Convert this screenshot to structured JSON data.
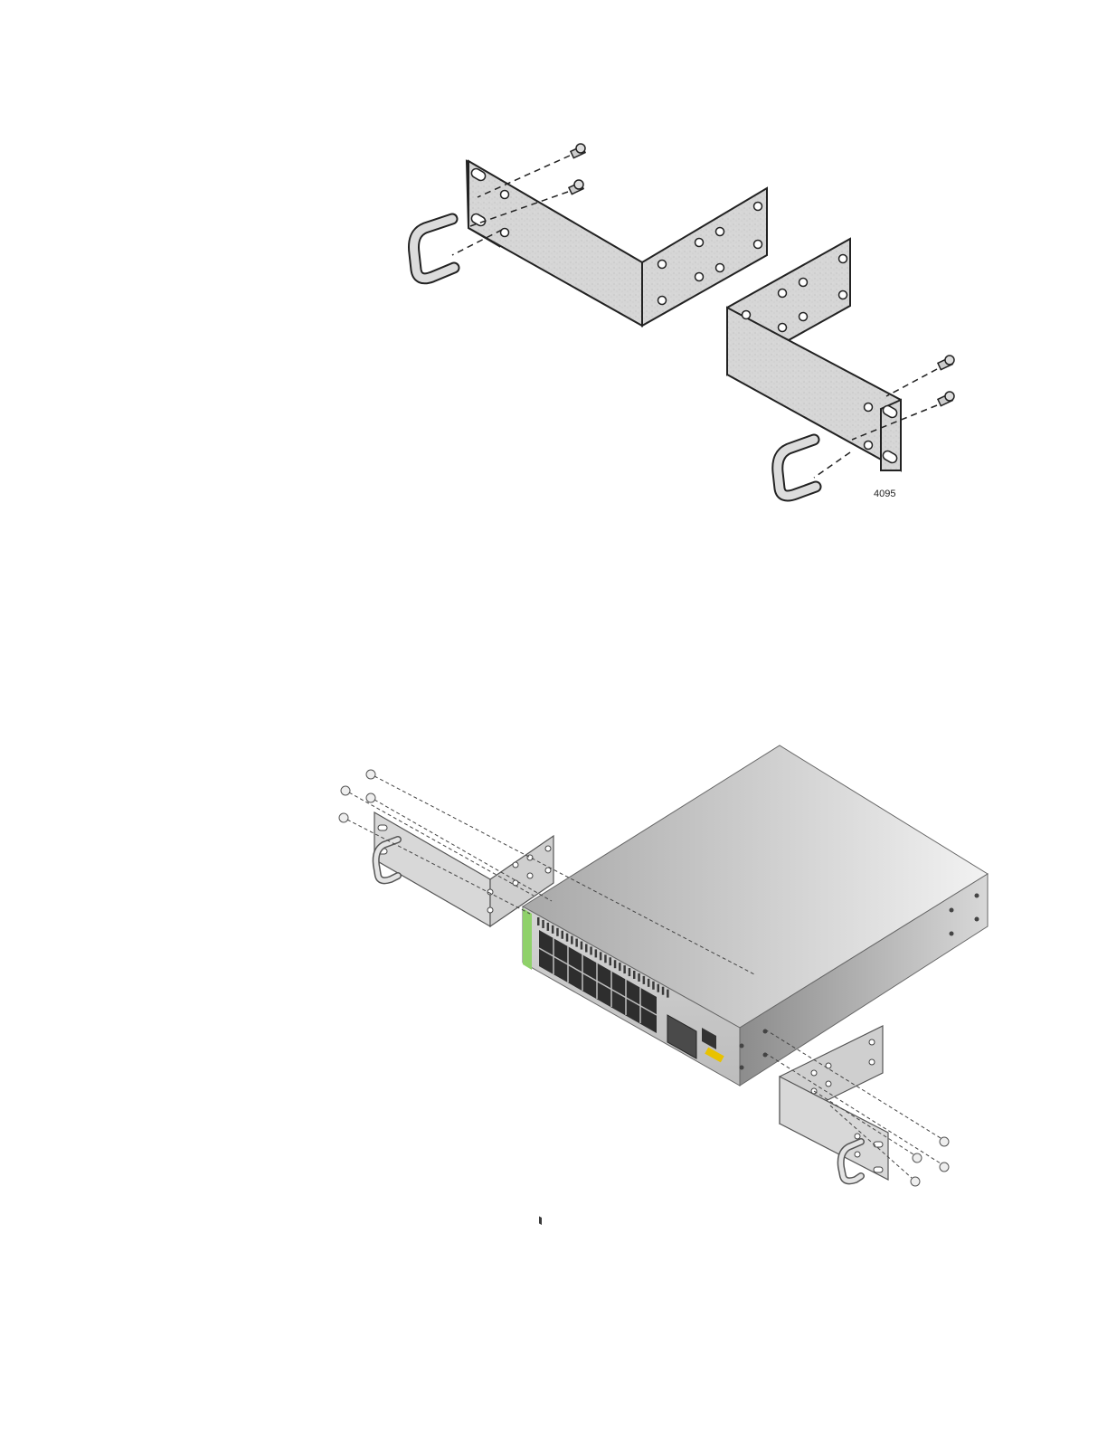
{
  "figures": [
    {
      "caption_number": "4095",
      "parts": [
        "bracket-left",
        "bracket-right",
        "handle-left",
        "handle-right",
        "screws-left",
        "screws-right"
      ]
    },
    {
      "parts": [
        "switch-chassis",
        "bracket-left",
        "bracket-right",
        "screws-left",
        "screws-right"
      ]
    }
  ],
  "colors": {
    "metal": "#d8d8d8",
    "metal_shadow": "#b0b0b0",
    "outline": "#222222",
    "accent_green": "#8fd16a",
    "port_dark": "#333333"
  }
}
